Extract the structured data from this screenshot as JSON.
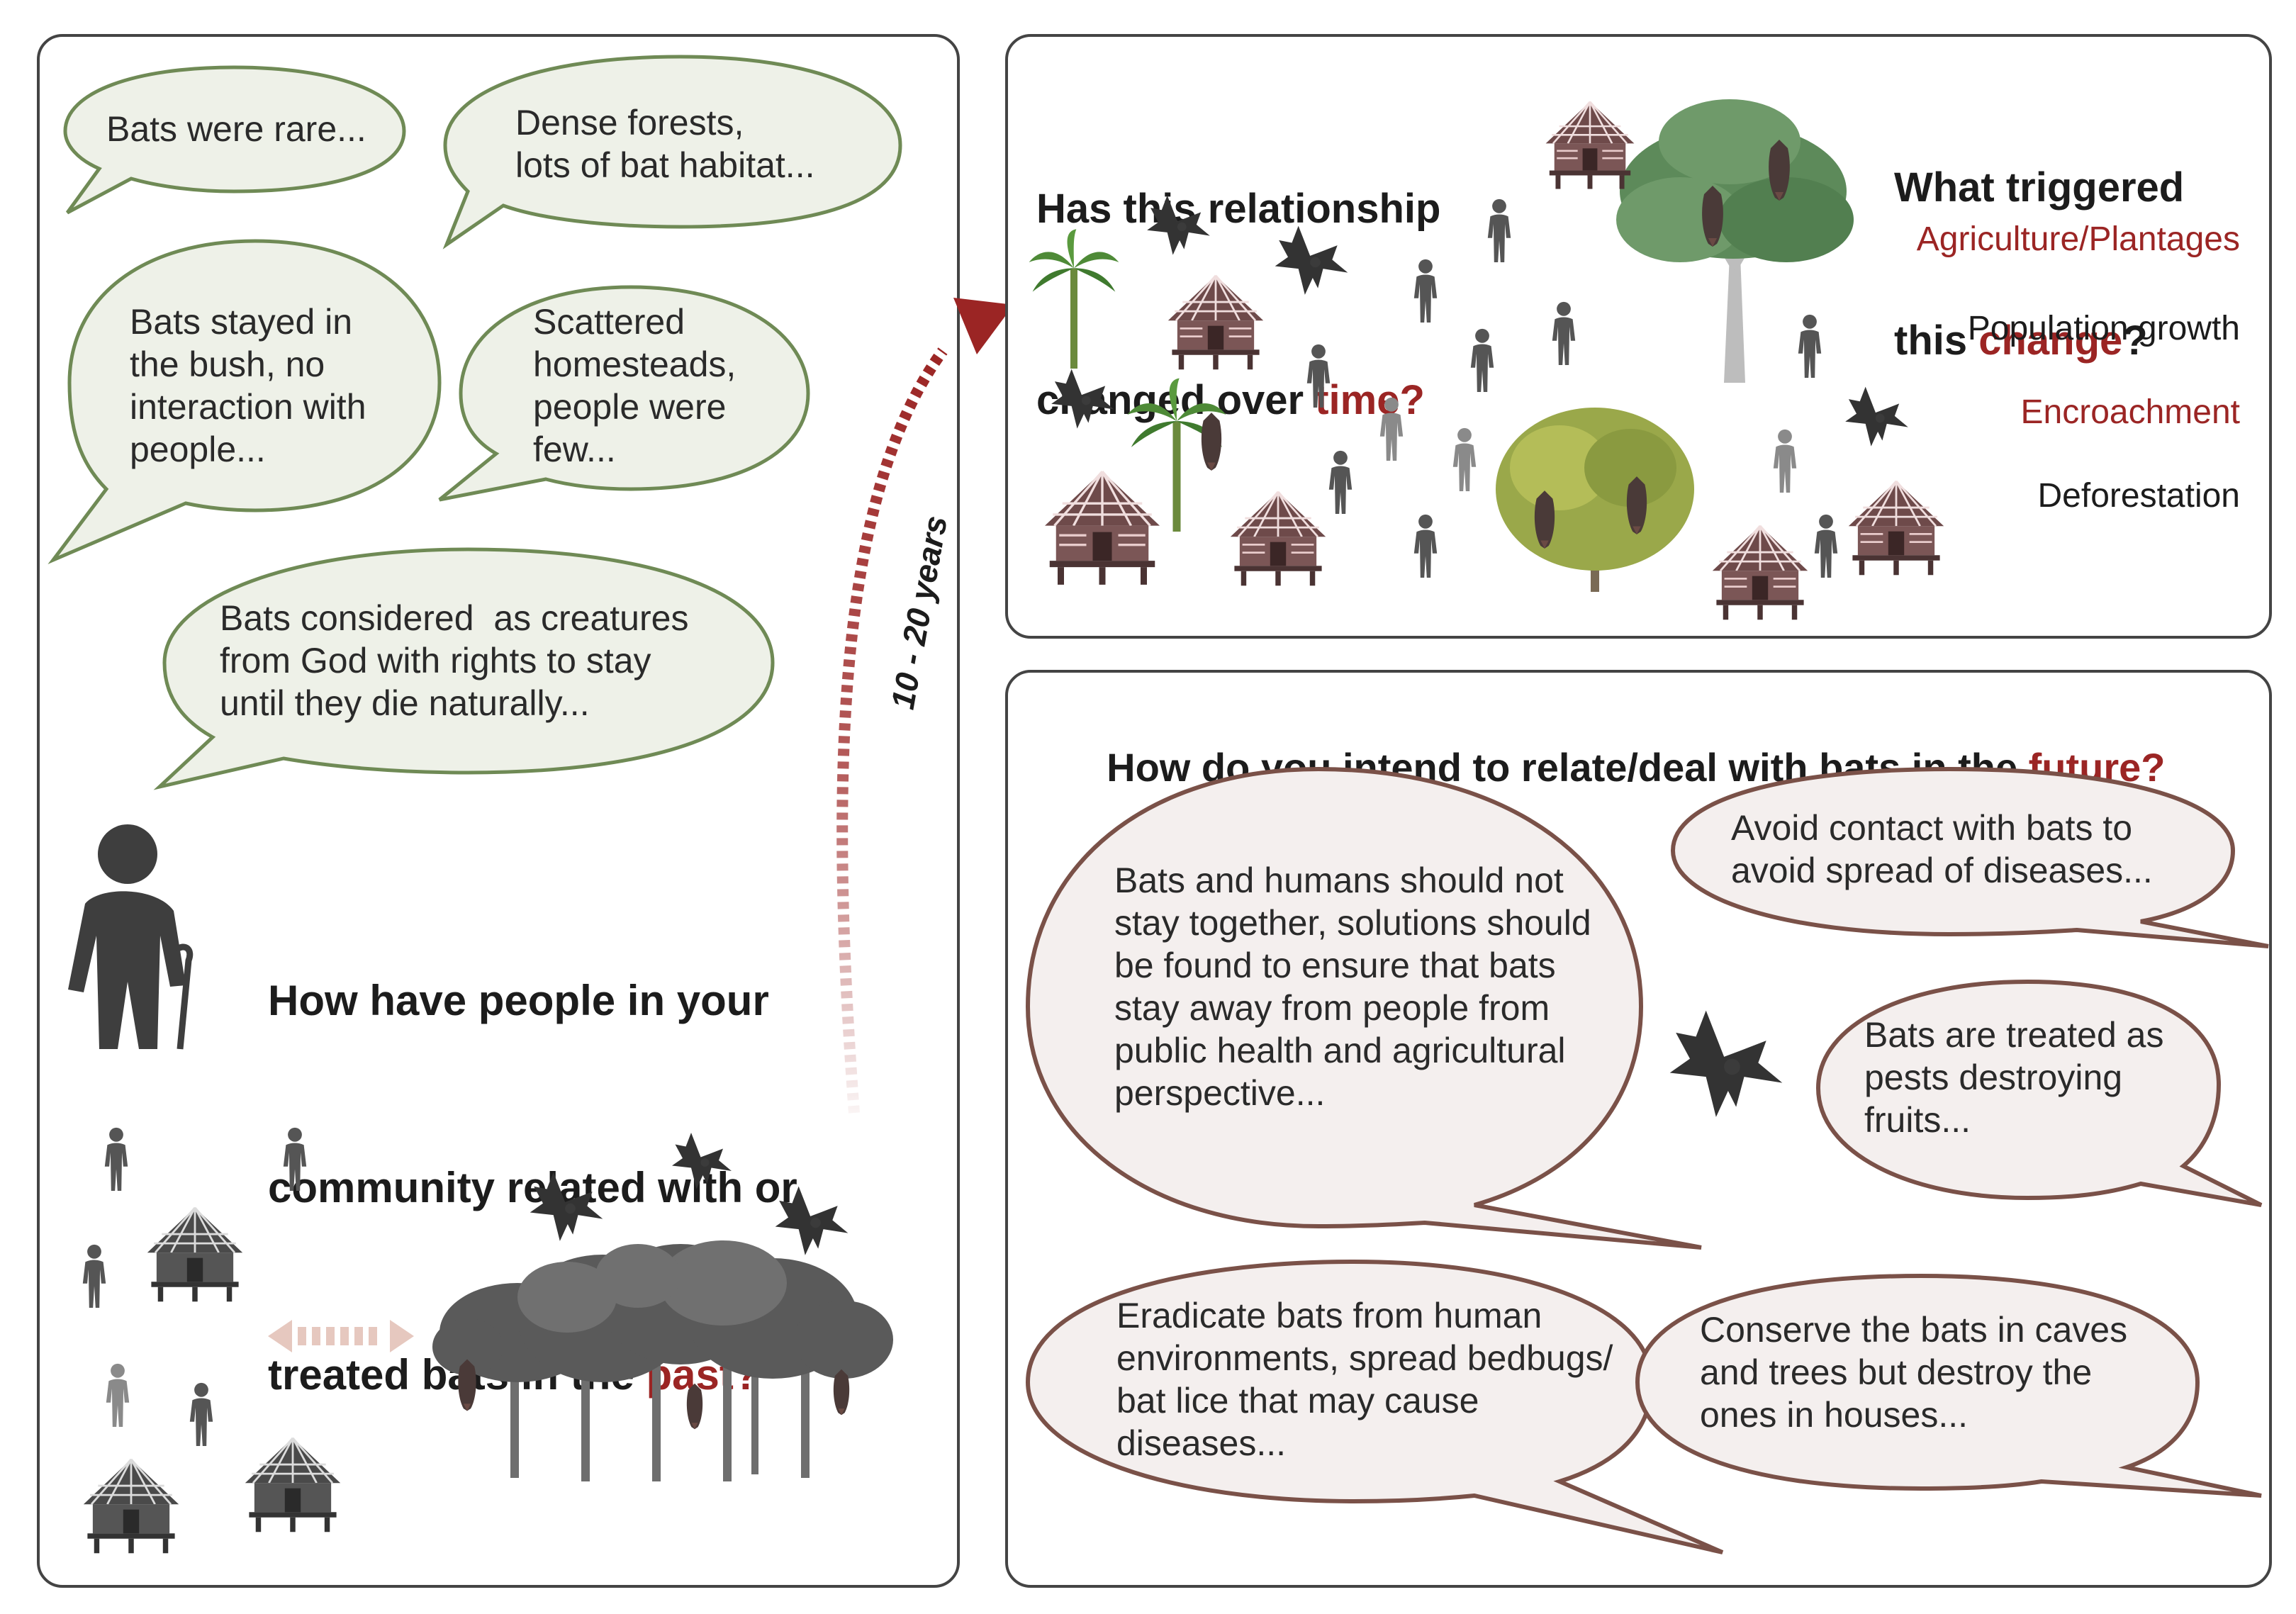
{
  "past": {
    "bubbles": [
      "Bats were rare...",
      "Dense forests,\nlots of bat habitat...",
      "Bats stayed in\nthe bush, no\ninteraction with\npeople...",
      "Scattered\nhomesteads,\npeople were\nfew...",
      "Bats considered  as creatures\nfrom God with rights to stay\nuntil they die naturally..."
    ],
    "question_line1": "How have people in your",
    "question_line2": "community related with or",
    "question_line3_prefix": "treated bats in the ",
    "question_line3_accent": "past?"
  },
  "timeline": {
    "label": "10 - 20 years"
  },
  "change": {
    "question_line1": "Has this relationship",
    "question_line2_prefix": "changed over ",
    "question_line2_accent": "time?",
    "trigger_line1": "What triggered",
    "trigger_line2_prefix": "this ",
    "trigger_line2_accent": "change",
    "trigger_line2_suffix": "?",
    "triggers": [
      {
        "label": "Agriculture/Plantages",
        "color": "#9b2524"
      },
      {
        "label": "Population growth",
        "color": "#1c1c1c"
      },
      {
        "label": "Encroachment",
        "color": "#9b2524"
      },
      {
        "label": "Deforestation",
        "color": "#1c1c1c"
      }
    ]
  },
  "future": {
    "question_prefix": "How do you intend to relate/deal with bats in the ",
    "question_accent": "future?",
    "bubbles": [
      "Bats and humans should not\nstay together, solutions should\nbe found to ensure that bats\nstay away from people from\npublic health and agricultural\nperspective...",
      "Avoid contact with bats to\navoid spread of diseases...",
      "Bats are treated as\npests destroying\nfruits...",
      "Eradicate bats from human\nenvironments, spread bedbugs/\nbat lice that may cause\ndiseases...",
      "Conserve the bats in caves\nand trees but destroy the\nones in houses..."
    ]
  },
  "colors": {
    "accent": "#9b2524",
    "past_bubble_fill": "#eef1e8",
    "past_bubble_stroke": "#6f8a55",
    "future_bubble_fill": "#f4efee",
    "future_bubble_stroke": "#7a5148"
  }
}
